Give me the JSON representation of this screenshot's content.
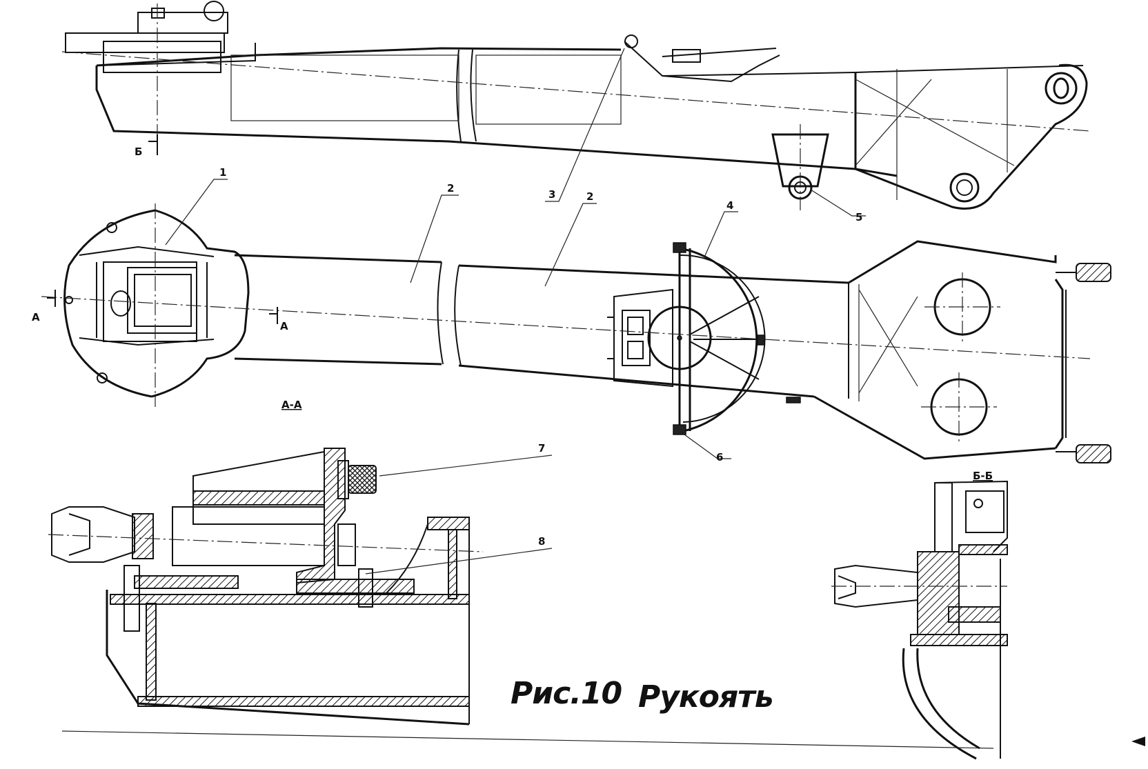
{
  "figure": {
    "caption_number": "Рис.10",
    "caption_title": "Рукоять"
  },
  "section_labels": {
    "section_aa": "А-А",
    "section_bb": "Б-Б",
    "cut_a_left": "А",
    "cut_a_right": "А",
    "cut_b": "Б"
  },
  "callouts": [
    "1",
    "2",
    "2",
    "3",
    "4",
    "5",
    "6",
    "7",
    "8"
  ]
}
